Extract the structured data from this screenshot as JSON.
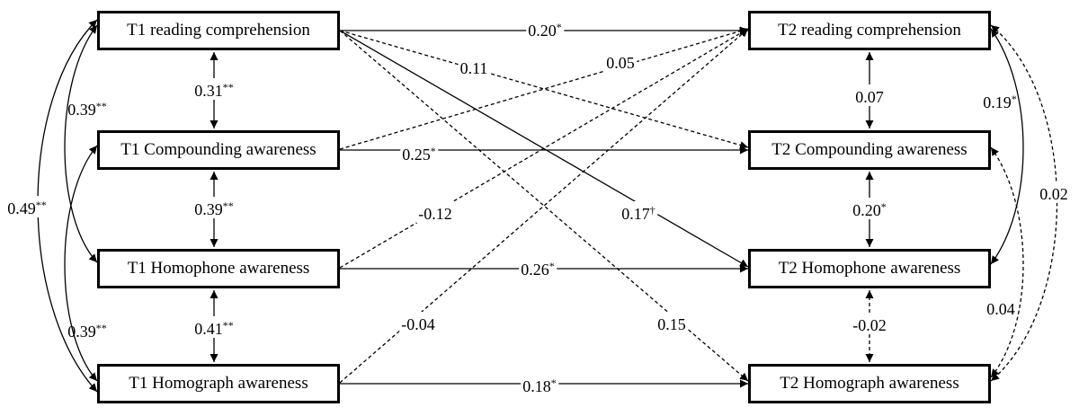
{
  "nodes": {
    "t1_reading": "T1 reading comprehension",
    "t1_compounding": "T1 Compounding awareness",
    "t1_homophone": "T1 Homophone awareness",
    "t1_homograph": "T1 Homograph awareness",
    "t2_reading": "T2 reading comprehension",
    "t2_compounding": "T2 Compounding awareness",
    "t2_homophone": "T2 Homophone awareness",
    "t2_homograph": "T2 Homograph awareness"
  },
  "paths": {
    "reading_reading": {
      "value": "0.20",
      "sig": "*"
    },
    "reading_compounding": {
      "value": "0.11",
      "sig": ""
    },
    "compounding_reading": {
      "value": "0.05",
      "sig": ""
    },
    "compounding_compounding": {
      "value": "0.25",
      "sig": "*"
    },
    "homophone_reading": {
      "value": "-0.12",
      "sig": ""
    },
    "reading_homophone": {
      "value": "0.17",
      "sig": "†"
    },
    "homophone_homophone": {
      "value": "0.26",
      "sig": "*"
    },
    "homograph_reading": {
      "value": "-0.04",
      "sig": ""
    },
    "reading_homograph": {
      "value": "0.15",
      "sig": ""
    },
    "homograph_homograph": {
      "value": "0.18",
      "sig": "*"
    }
  },
  "t1_correlations": {
    "reading_compounding": {
      "value": "0.31",
      "sig": "**"
    },
    "compounding_homophone": {
      "value": "0.39",
      "sig": "**"
    },
    "homophone_homograph": {
      "value": "0.41",
      "sig": "**"
    },
    "reading_homophone": {
      "value": "0.39",
      "sig": "**"
    },
    "reading_homograph": {
      "value": "0.49",
      "sig": "**"
    },
    "compounding_homograph": {
      "value": "0.39",
      "sig": "**"
    }
  },
  "t2_correlations": {
    "reading_compounding": {
      "value": "0.07",
      "sig": ""
    },
    "compounding_homophone": {
      "value": "0.20",
      "sig": "*"
    },
    "homophone_homograph": {
      "value": "-0.02",
      "sig": ""
    },
    "reading_homophone": {
      "value": "0.19",
      "sig": "*"
    },
    "reading_homograph": {
      "value": "0.02",
      "sig": ""
    },
    "compounding_homograph": {
      "value": "0.04",
      "sig": ""
    }
  }
}
